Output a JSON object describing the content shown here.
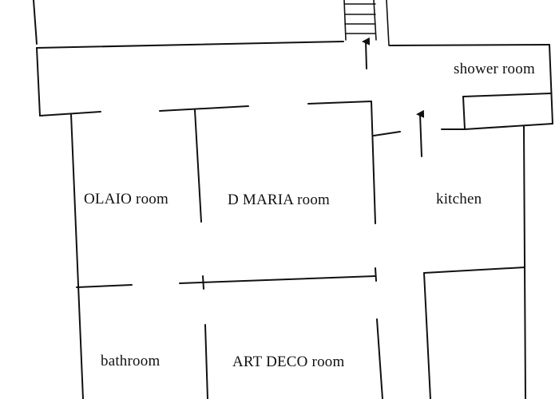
{
  "rooms": {
    "shower_room": "shower room",
    "olaio_room": "OLAIO room",
    "d_maria_room": "D MARIA room",
    "kitchen": "kitchen",
    "bathroom": "bathroom",
    "art_deco_room": "ART DECO room"
  },
  "colors": {
    "ink": "#111111",
    "background": "#ffffff"
  },
  "icons": {
    "arrow": "arrow-up-icon",
    "stairs": "stairs-icon"
  }
}
